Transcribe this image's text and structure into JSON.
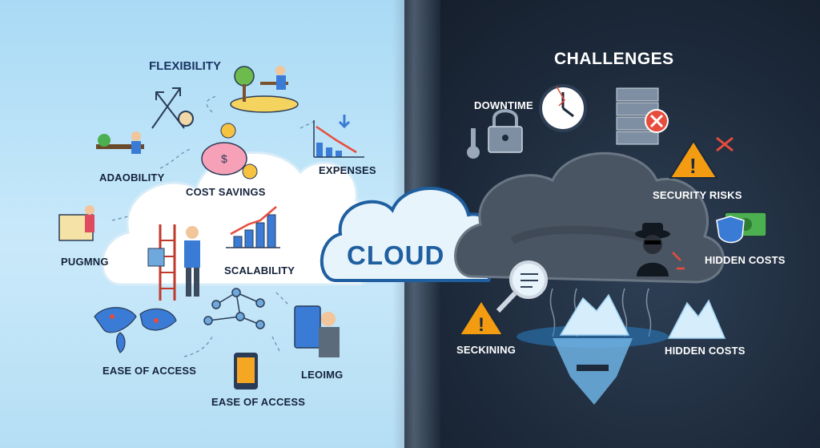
{
  "center": {
    "word": "CLOUD"
  },
  "benefits": {
    "flexibility": "FLEXIBILITY",
    "adaptability": "ADAOBILITY",
    "cost_savings": "COST SAVINGS",
    "expenses": "EXPENSES",
    "pugmng": "PUGMNG",
    "scalability": "SCALABILITY",
    "ease_left": "EASE OF ACCESS",
    "ease_bottom": "EASE OF ACCESS",
    "leoimg": "LEOIMG"
  },
  "challenges": {
    "title": "CHALLENGES",
    "downtime": "DOWNTIME",
    "security": "SECURITY RISKS",
    "hidden1": "HIDDEN COSTS",
    "hidden2": "HIDDEN COSTS",
    "seckining": "SECKINING"
  },
  "icons": [
    "ladder-person-icon",
    "piggy-bank-icon",
    "growth-chart-icon",
    "falling-chart-icon",
    "world-map-icon",
    "network-icon",
    "tablet-person-icon",
    "phone-icon",
    "lock-icon",
    "clock-icon",
    "server-rack-icon",
    "warning-icon",
    "money-shield-icon",
    "hacker-icon",
    "magnifier-icon",
    "iceberg-icon",
    "storm-cloud-icon"
  ],
  "colors": {
    "sky": "#a9daf5",
    "night": "#1d2a3b",
    "accent": "#1f5fa0",
    "warning": "#f39c12",
    "danger": "#e74c3c"
  }
}
